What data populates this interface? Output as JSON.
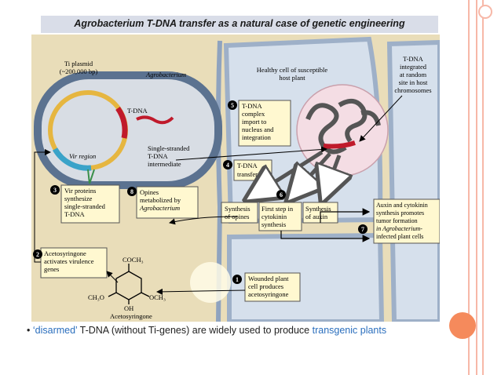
{
  "slide": {
    "title": "Agrobacterium T-DNA transfer as a natural case of genetic engineering",
    "bullet": {
      "marker": "•",
      "part1": "‘disarmed’",
      "part2": " T-DNA (without Ti-genes) are widely used to produce ",
      "part3": "transgenic plants"
    }
  },
  "diagram": {
    "ti_plasmid": "Ti plasmid",
    "ti_plasmid_size": "(~200,000 bp)",
    "agrobacterium": "Agrobacterium",
    "t_dna": "T-DNA",
    "vir_region": "Vir region",
    "ss_intermediate": [
      "Single-stranded",
      "T-DNA",
      "intermediate"
    ],
    "healthy_cell": [
      "Healthy cell of susceptible",
      "host plant"
    ],
    "t_dna_integrated": [
      "T-DNA",
      "integrated",
      "at random",
      "site in host",
      "chromosomes"
    ],
    "step1_num": "1",
    "step1": [
      "Wounded plant",
      "cell produces",
      "acetosyringone"
    ],
    "step2_num": "2",
    "step2": [
      "Acetosyringone",
      "activates virulence",
      "genes"
    ],
    "step3_num": "3",
    "step3": [
      "Vir proteins",
      "synthesize",
      "single-stranded",
      "T-DNA"
    ],
    "step4_num": "4",
    "step4": [
      "T-DNA",
      "transfer"
    ],
    "step5_num": "5",
    "step5": [
      "T-DNA",
      "complex",
      "import to",
      "nucleus and",
      "integration"
    ],
    "step6_num": "6",
    "step6a": [
      "Synthesis",
      "of opines"
    ],
    "step6b": [
      "First step in",
      "cytokinin",
      "synthesis"
    ],
    "step6c": [
      "Synthesis",
      "of auxin"
    ],
    "step7_num": "7",
    "step7": [
      "Auxin and cytokinin",
      "synthesis promotes",
      "tumor formation",
      "in Agrobacterium-",
      "infected plant cells"
    ],
    "step8_num": "8",
    "step8": [
      "Opines",
      "metabolized by",
      "Agrobacterium"
    ],
    "molecule_top": "COCH₃",
    "molecule_left": "CH₃O",
    "molecule_right": "OCH₃",
    "molecule_bottom": "OH",
    "molecule_name": "Acetosyringone"
  }
}
